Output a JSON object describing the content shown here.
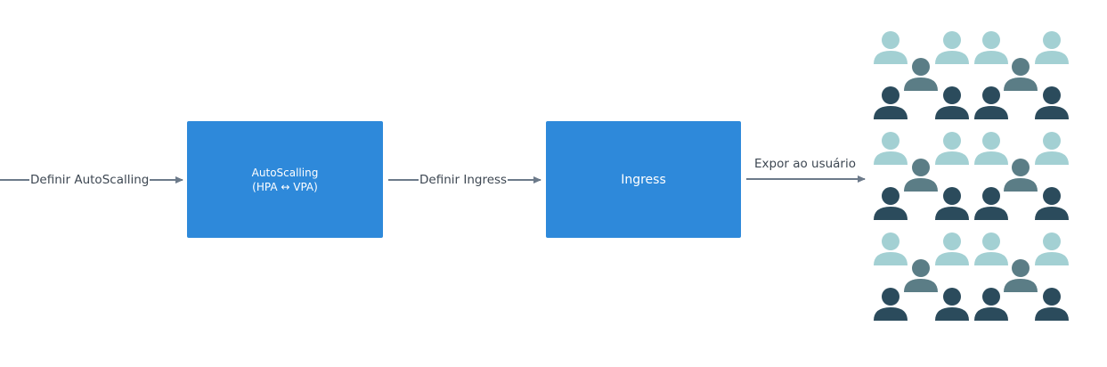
{
  "nodes": {
    "autoscaling": {
      "line1": "AutoScalling",
      "line2": "(HPA ↔ VPA)"
    },
    "ingress": {
      "label": "Ingress"
    }
  },
  "edges": {
    "define_autoscaling": "Definir AutoScalling",
    "define_ingress": "Definir Ingress",
    "expose_user": "Expor ao usuário"
  },
  "users_group": {
    "icon": "user-icon",
    "colors": {
      "light": "#a3d0d3",
      "teal": "#7cb9ba",
      "slate": "#5b7d86",
      "dark": "#2b4b5c"
    }
  },
  "colors": {
    "box": "#2e89da",
    "arrow": "#6c7a8a",
    "label": "#3d4752"
  }
}
